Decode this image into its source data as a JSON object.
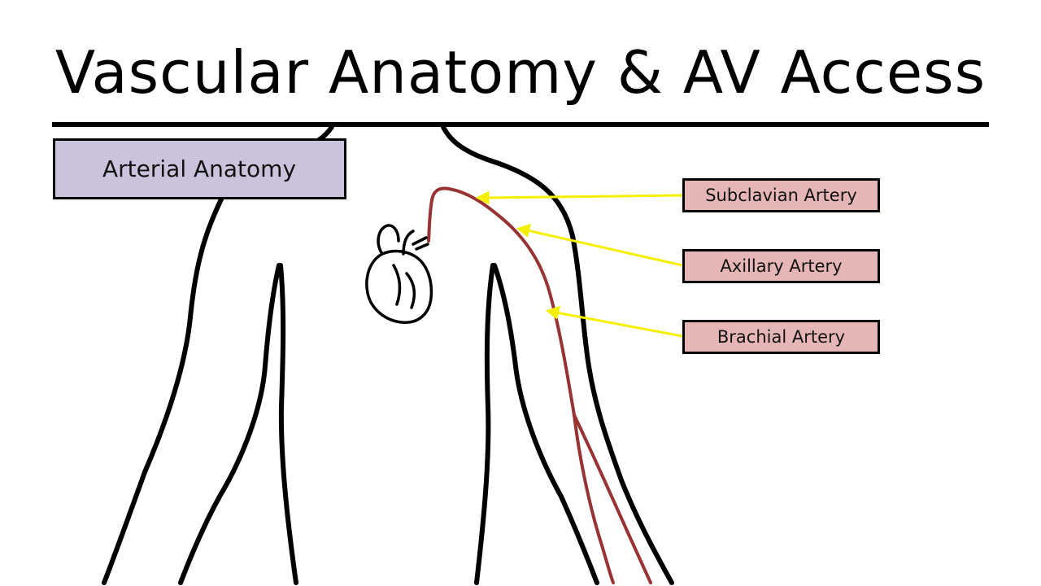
{
  "slide": {
    "title": "Vascular Anatomy & AV Access",
    "section_label": "Arterial Anatomy"
  },
  "arteries": [
    {
      "label": "Subclavian Artery"
    },
    {
      "label": "Axillary Artery"
    },
    {
      "label": "Brachial Artery"
    }
  ],
  "colors": {
    "background": "#ffffff",
    "section_box_fill": "#cbc3dc",
    "artery_box_fill": "#e6b6b6",
    "artery_line": "#993333",
    "pointer_line": "#f5f000",
    "outline": "#000000"
  },
  "icons": {
    "heart": "anatomical-heart-icon"
  }
}
